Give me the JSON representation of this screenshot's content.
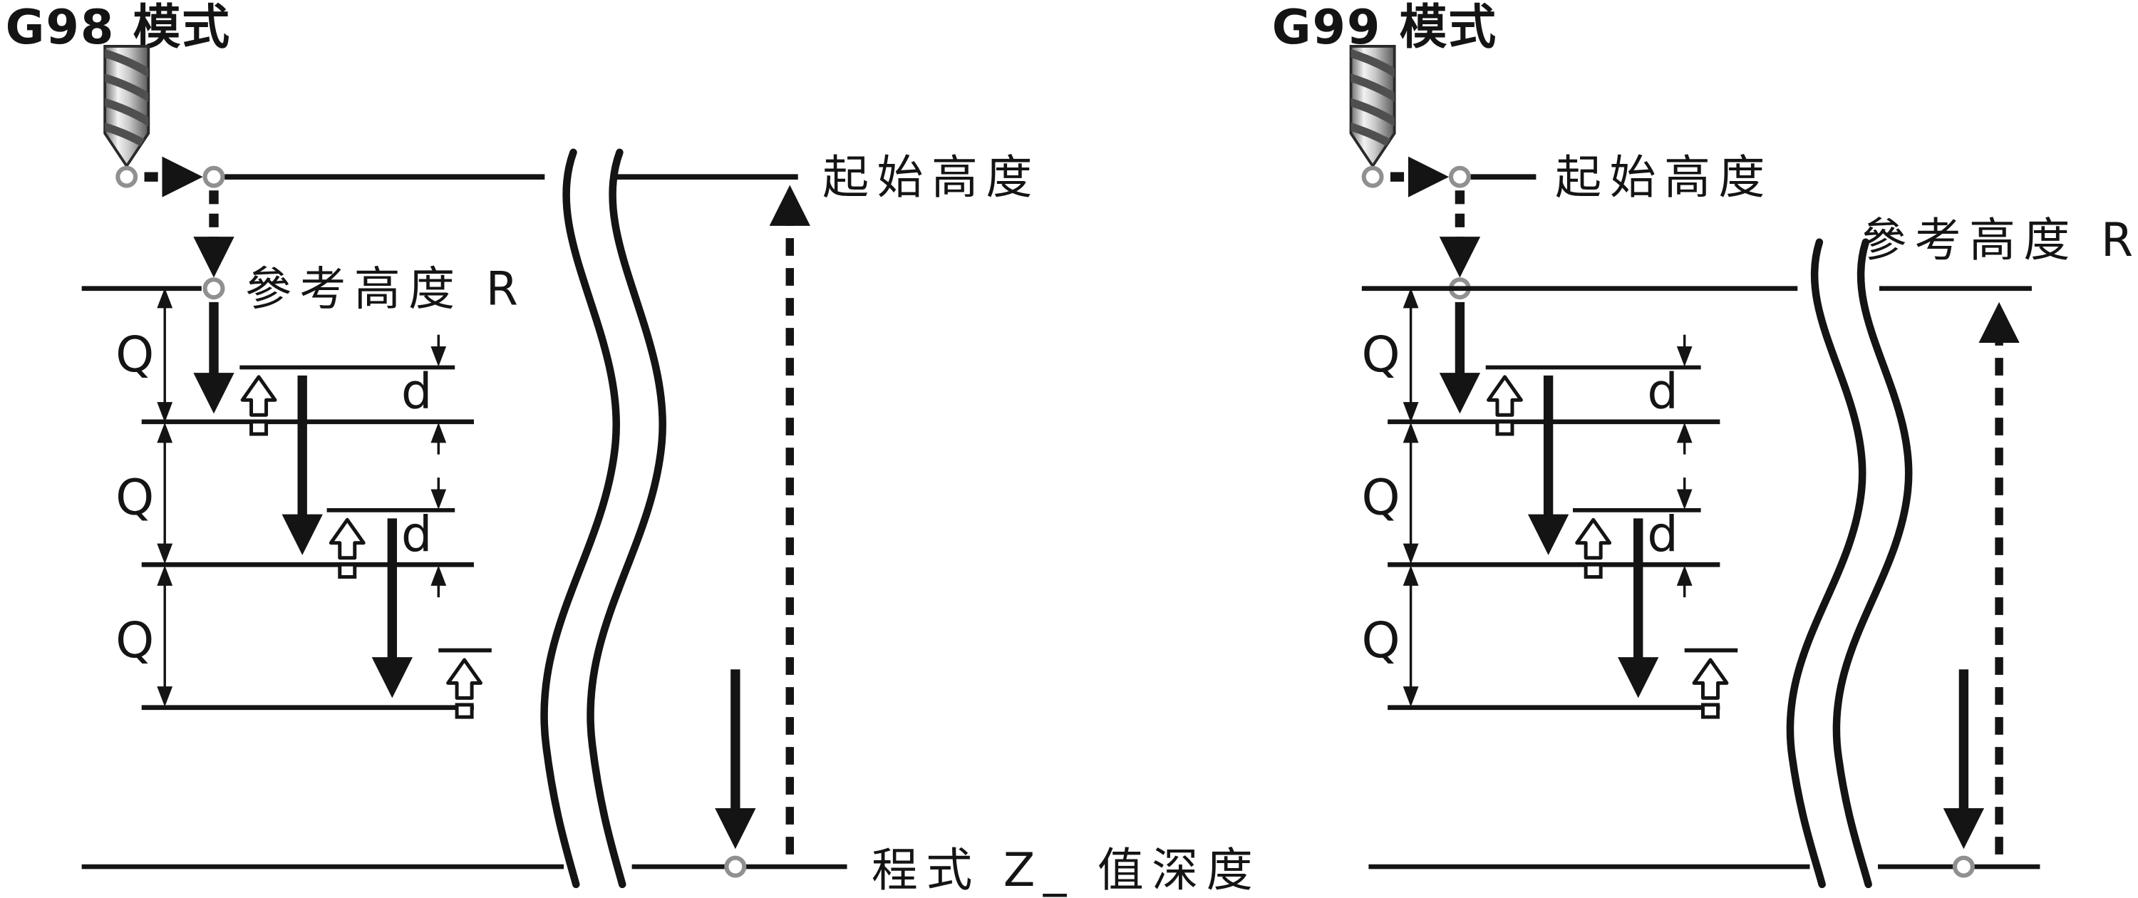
{
  "colors": {
    "line": "#141414",
    "circle_marker": "#909090",
    "background": "#ffffff"
  },
  "diagrams": [
    {
      "title": "G98 模式",
      "start_height_label": "起始高度",
      "reference_height_label": "參考高度 R",
      "q_labels": [
        "Q",
        "Q",
        "Q"
      ],
      "d_labels": [
        "d",
        "d"
      ]
    },
    {
      "title": "G99 模式",
      "start_height_label": "起始高度",
      "reference_height_label": "參考高度 R",
      "q_labels": [
        "Q",
        "Q",
        "Q"
      ],
      "d_labels": [
        "d",
        "d"
      ]
    }
  ],
  "footer": {
    "z_depth_label": "程式 Z_ 值深度"
  }
}
